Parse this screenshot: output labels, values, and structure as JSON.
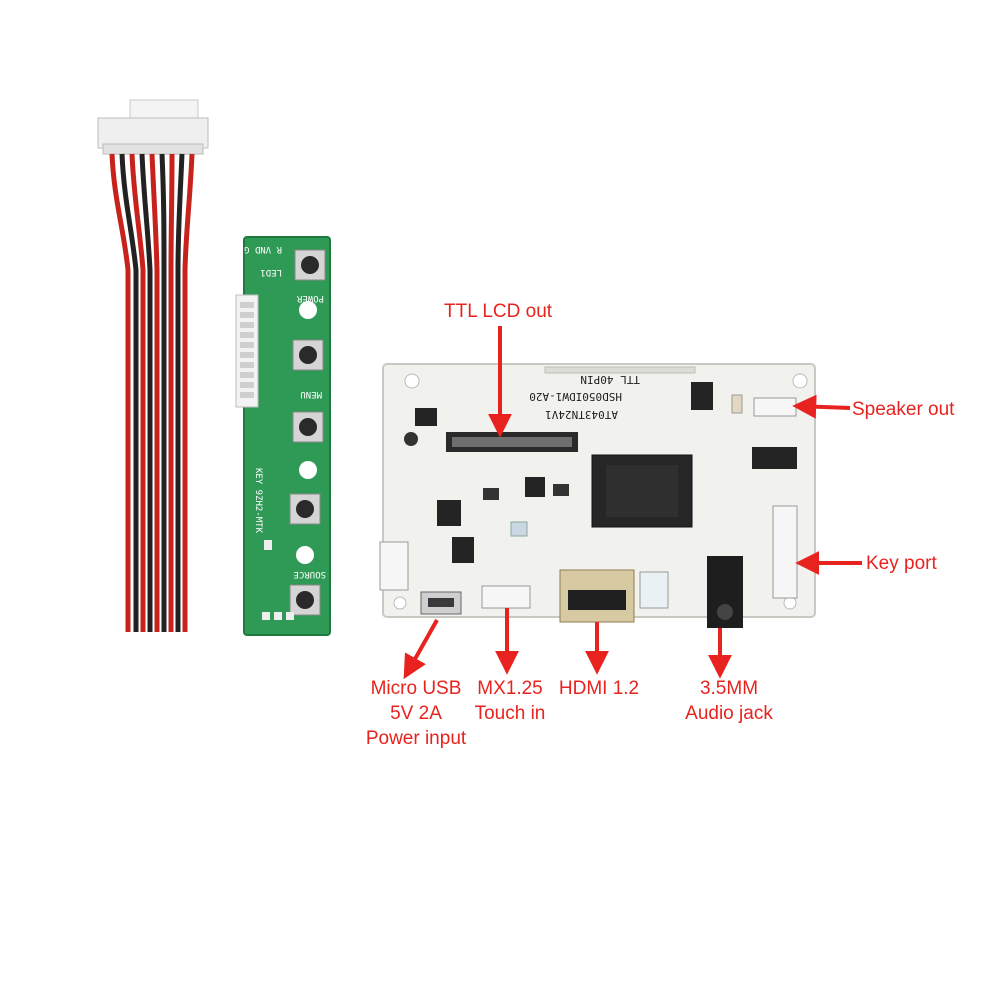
{
  "colors": {
    "annotation": "#e8231f",
    "board_white": "#f1f1ee",
    "keypad_green": "#2f9a55",
    "cable_red": "#c7231c",
    "cable_black": "#222222"
  },
  "main_board": {
    "silkscreen": [
      "TTL  40PIN",
      "HSD050IDW1-A20",
      "AT043TN24V1"
    ]
  },
  "keypad_board": {
    "silkscreen": {
      "top": "R VND G",
      "led": "LED1",
      "power": "POWER",
      "menu": "MENU",
      "source": "SOURCE",
      "model": "KEY 9ZH2-MTK"
    }
  },
  "callouts": {
    "ttl_lcd_out": "TTL LCD out",
    "speaker_out": "Speaker out",
    "key_port": "Key  port",
    "micro_usb": [
      "Micro USB",
      "5V 2A",
      "Power input"
    ],
    "mx125": [
      "MX1.25",
      "Touch in"
    ],
    "hdmi": [
      "HDMI 1.2"
    ],
    "audio": [
      "3.5MM",
      "Audio jack"
    ]
  }
}
